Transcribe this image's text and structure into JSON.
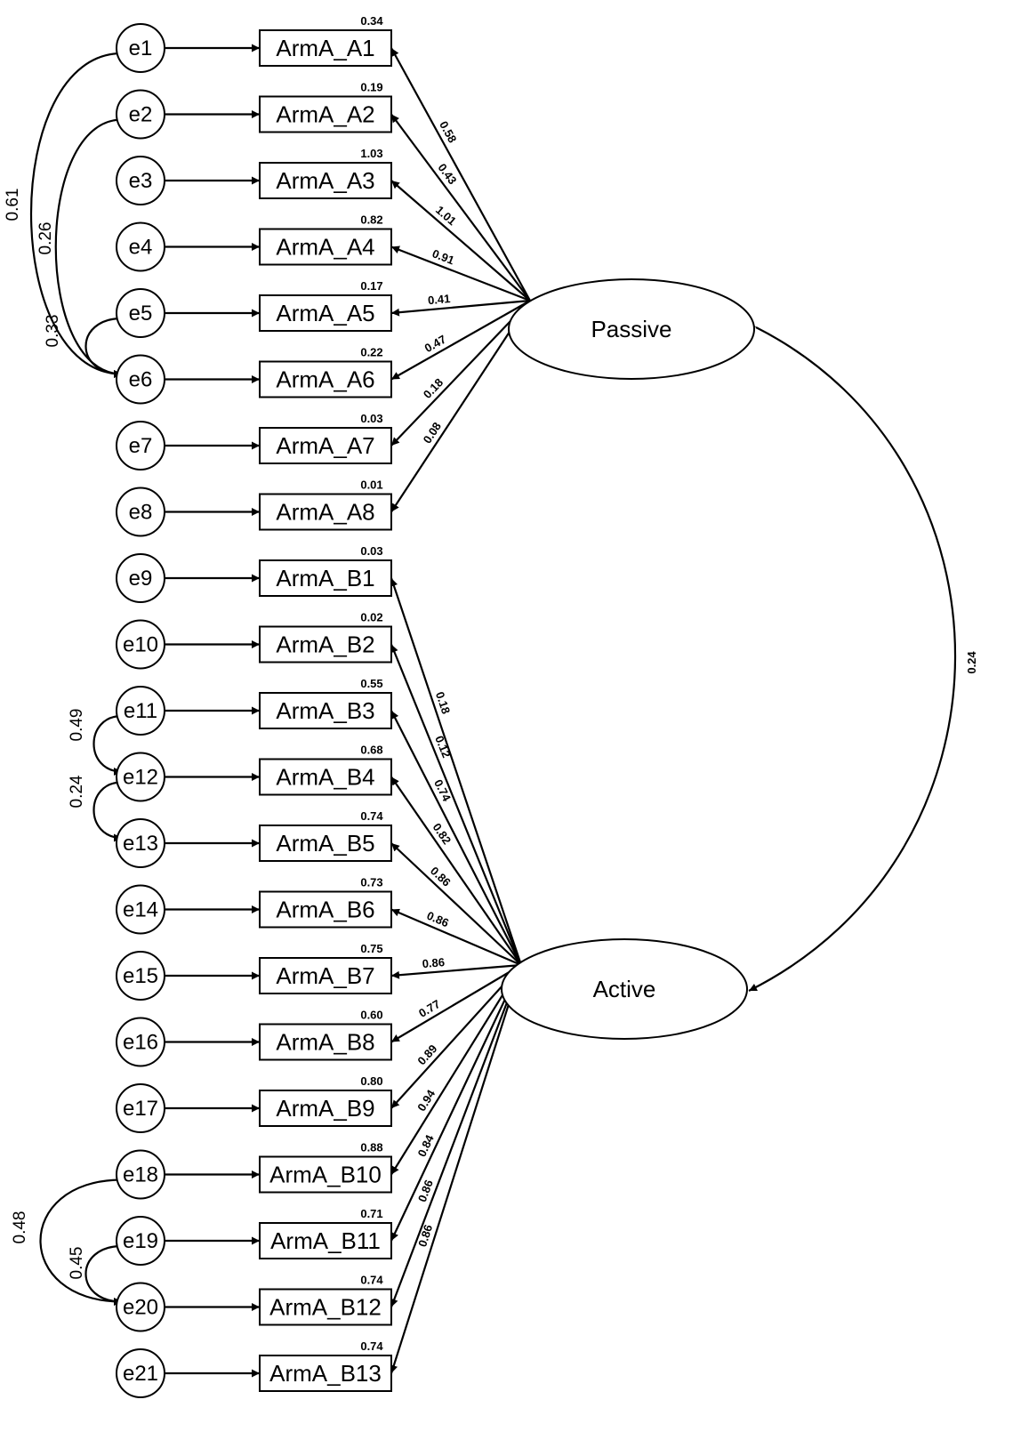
{
  "factors": [
    {
      "id": "passive",
      "label": "Passive"
    },
    {
      "id": "active",
      "label": "Active"
    }
  ],
  "factor_covariance": "0.24",
  "indicators": [
    {
      "label": "ArmA_A1",
      "error": "e1",
      "factor": "passive",
      "r2": "0.34",
      "loading": "0.58"
    },
    {
      "label": "ArmA_A2",
      "error": "e2",
      "factor": "passive",
      "r2": "0.19",
      "loading": "0.43"
    },
    {
      "label": "ArmA_A3",
      "error": "e3",
      "factor": "passive",
      "r2": "1.03",
      "loading": "1.01"
    },
    {
      "label": "ArmA_A4",
      "error": "e4",
      "factor": "passive",
      "r2": "0.82",
      "loading": "0.91"
    },
    {
      "label": "ArmA_A5",
      "error": "e5",
      "factor": "passive",
      "r2": "0.17",
      "loading": "0.41"
    },
    {
      "label": "ArmA_A6",
      "error": "e6",
      "factor": "passive",
      "r2": "0.22",
      "loading": "0.47"
    },
    {
      "label": "ArmA_A7",
      "error": "e7",
      "factor": "passive",
      "r2": "0.03",
      "loading": "0.18"
    },
    {
      "label": "ArmA_A8",
      "error": "e8",
      "factor": "passive",
      "r2": "0.01",
      "loading": "0.08"
    },
    {
      "label": "ArmA_B1",
      "error": "e9",
      "factor": "active",
      "r2": "0.03",
      "loading": "0.18"
    },
    {
      "label": "ArmA_B2",
      "error": "e10",
      "factor": "active",
      "r2": "0.02",
      "loading": "0.12"
    },
    {
      "label": "ArmA_B3",
      "error": "e11",
      "factor": "active",
      "r2": "0.55",
      "loading": "0.74"
    },
    {
      "label": "ArmA_B4",
      "error": "e12",
      "factor": "active",
      "r2": "0.68",
      "loading": "0.82"
    },
    {
      "label": "ArmA_B5",
      "error": "e13",
      "factor": "active",
      "r2": "0.74",
      "loading": "0.86"
    },
    {
      "label": "ArmA_B6",
      "error": "e14",
      "factor": "active",
      "r2": "0.73",
      "loading": "0.86"
    },
    {
      "label": "ArmA_B7",
      "error": "e15",
      "factor": "active",
      "r2": "0.75",
      "loading": "0.86"
    },
    {
      "label": "ArmA_B8",
      "error": "e16",
      "factor": "active",
      "r2": "0.60",
      "loading": "0.77"
    },
    {
      "label": "ArmA_B9",
      "error": "e17",
      "factor": "active",
      "r2": "0.80",
      "loading": "0.89"
    },
    {
      "label": "ArmA_B10",
      "error": "e18",
      "factor": "active",
      "r2": "0.88",
      "loading": "0.94"
    },
    {
      "label": "ArmA_B11",
      "error": "e19",
      "factor": "active",
      "r2": "0.71",
      "loading": "0.84"
    },
    {
      "label": "ArmA_B12",
      "error": "e20",
      "factor": "active",
      "r2": "0.74",
      "loading": "0.86"
    },
    {
      "label": "ArmA_B13",
      "error": "e21",
      "factor": "active",
      "r2": "0.74",
      "loading": "0.86"
    }
  ],
  "error_covariances": [
    {
      "from": "e1",
      "to": "e6",
      "value": "0.61"
    },
    {
      "from": "e2",
      "to": "e6",
      "value": "0.26"
    },
    {
      "from": "e5",
      "to": "e6",
      "value": "0.33"
    },
    {
      "from": "e11",
      "to": "e12",
      "value": "0.49"
    },
    {
      "from": "e12",
      "to": "e13",
      "value": "0.24"
    },
    {
      "from": "e18",
      "to": "e20",
      "value": "0.48"
    },
    {
      "from": "e19",
      "to": "e20",
      "value": "0.45"
    }
  ]
}
